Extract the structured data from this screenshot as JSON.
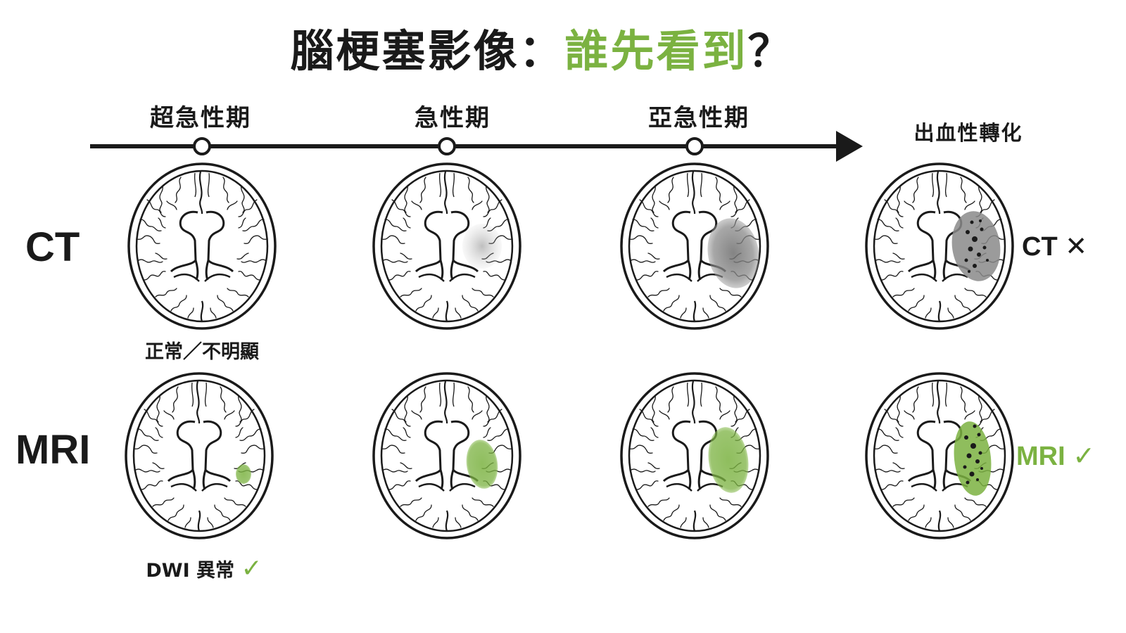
{
  "title": {
    "main": "腦梗塞影像：",
    "highlight": "誰先看到",
    "end": "？"
  },
  "stages": [
    "超急性期",
    "急性期",
    "亞急性期",
    "出血性轉化"
  ],
  "rows": {
    "ct": "CT",
    "mri": "MRI"
  },
  "captions": {
    "ct_hyperacute": "正常／不明顯",
    "mri_hyperacute_text": "DWI 異常",
    "mri_hyperacute_mark": "✓"
  },
  "verdicts": {
    "ct_text": "CT",
    "ct_mark": "✕",
    "mri_text": "MRI",
    "mri_mark": "✓"
  },
  "colors": {
    "accent_green": "#7bb241",
    "lesion_gray": "#8a8a8a",
    "ink": "#1a1a1a"
  }
}
